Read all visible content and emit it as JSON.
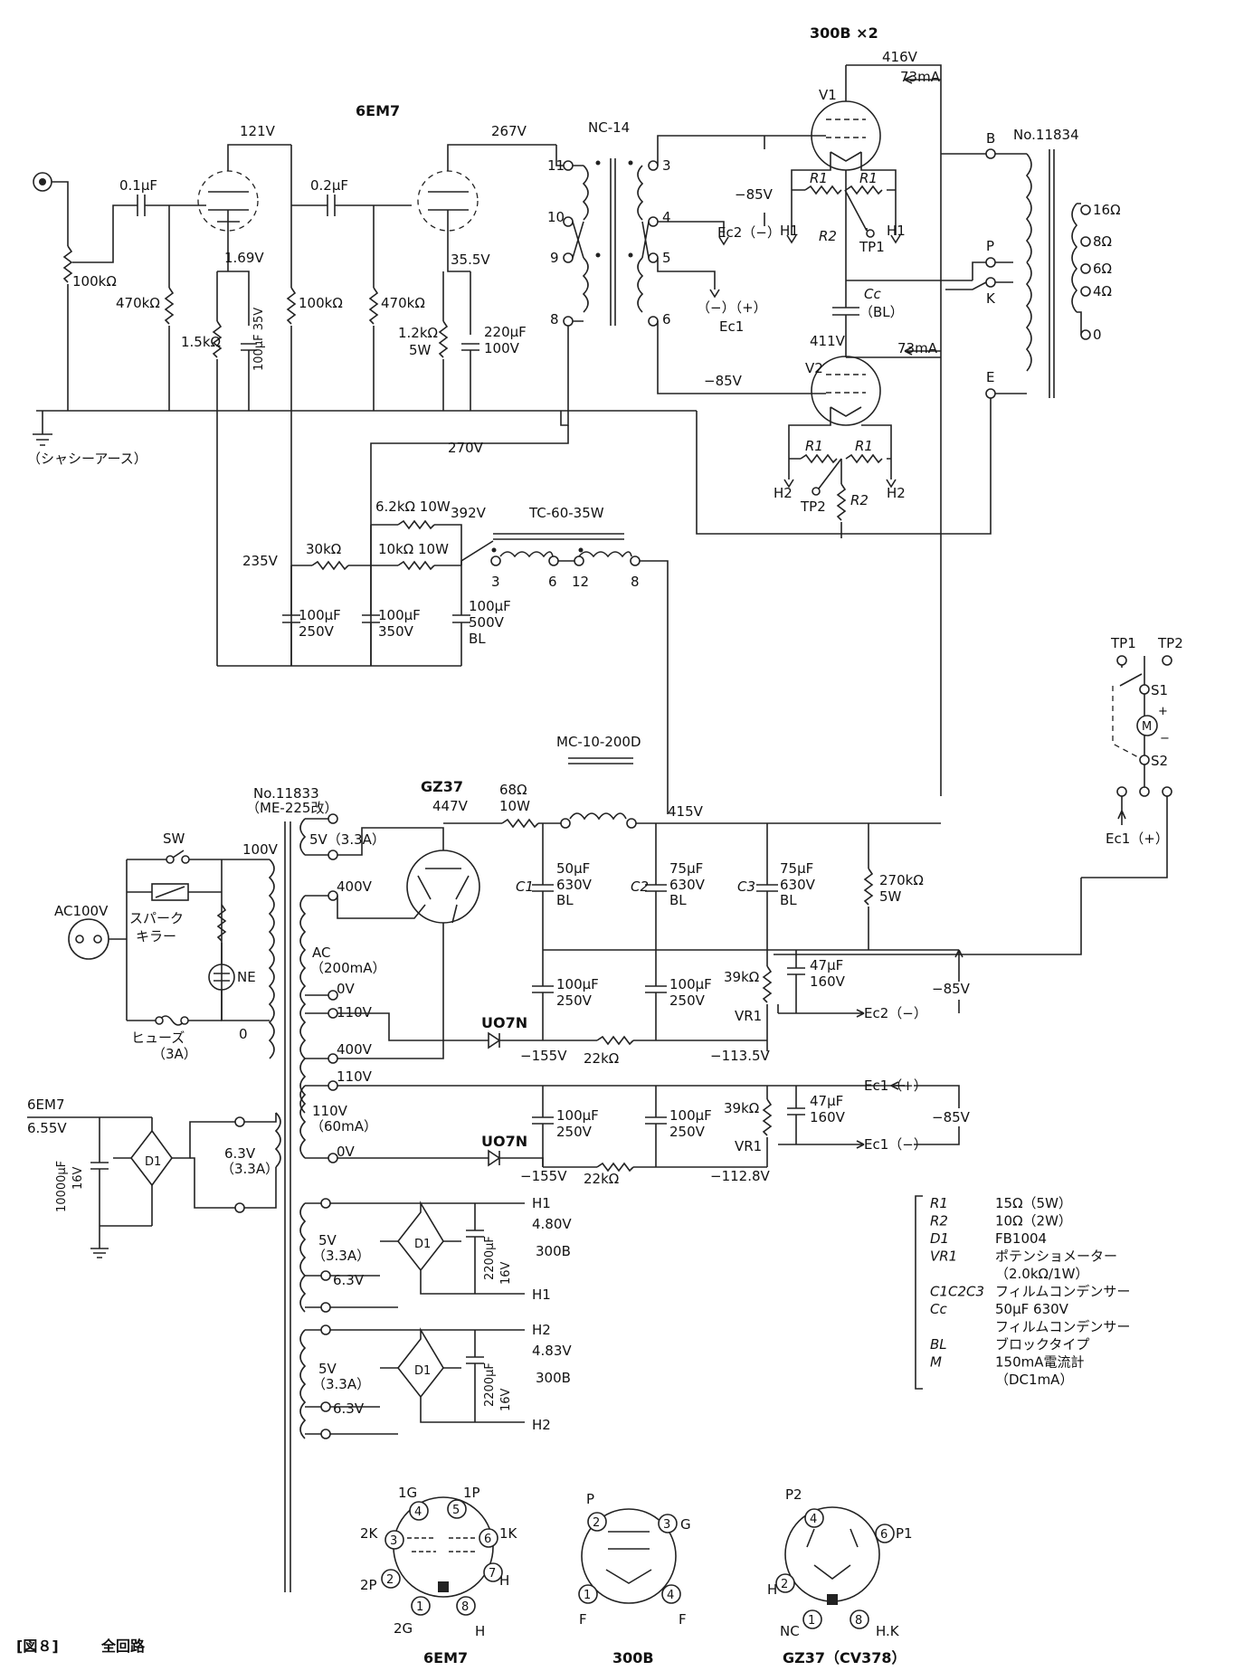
{
  "caption": {
    "fig": "[図８]",
    "title": "全回路"
  },
  "headings": {
    "v300b": "300B ×2",
    "h6em7": "6EM7",
    "gz37": "GZ37"
  },
  "input": {
    "chassis": "（シャシーアース）",
    "vol": "100kΩ",
    "rg": "470kΩ"
  },
  "stage1": {
    "plate": "121V",
    "cathode": "1.69V",
    "coupling": "0.1μF",
    "rk": "1.5kΩ",
    "ck": "100μF 35V",
    "rl": "100kΩ"
  },
  "stage2": {
    "coupling": "0.2μF",
    "rg": "470kΩ",
    "plate": "267V",
    "cathode": "35.5V",
    "rk1": "1.2kΩ",
    "rk2": "5W",
    "ck1": "220μF",
    "ck2": "100V"
  },
  "nc14": {
    "name": "NC-14",
    "p11": "11",
    "p10": "10",
    "p9": "9",
    "p8": "8",
    "p3": "3",
    "p4": "4",
    "p5": "5",
    "p6": "6"
  },
  "output": {
    "plate1": "416V",
    "ma1": "73mA",
    "v1": "V1",
    "bias1": "−85V",
    "ec2": "Ec2（−）",
    "ec1pol": "（−）（+）",
    "ec1": "Ec1",
    "cc": "Cc",
    "ccbl": "（BL）",
    "plate2": "411V",
    "ma2": "73mA",
    "v2": "V2",
    "bias2": "−85V",
    "r1": "R1",
    "r2": "R2",
    "h1": "H1",
    "h2": "H2",
    "tp1": "TP1",
    "tp2": "TP2"
  },
  "opt": {
    "name": "No.11834",
    "B": "B",
    "P": "P",
    "K": "K",
    "E": "E",
    "o16": "16Ω",
    "o8": "8Ω",
    "o6": "6Ω",
    "o4": "4Ω",
    "o0": "0"
  },
  "supply": {
    "v270": "270V",
    "v235": "235V",
    "r30k": "30kΩ",
    "r62k": "6.2kΩ 10W",
    "v392": "392V",
    "r10k": "10kΩ 10W",
    "choke": "TC-60-35W",
    "c3": "3",
    "c6": "6",
    "c12": "12",
    "c8": "8",
    "ca1": "100μF",
    "ca2": "250V",
    "cb1": "100μF",
    "cb2": "350V",
    "cc1": "100μF",
    "cc2": "500V",
    "cc3": "BL"
  },
  "meter": {
    "tp1": "TP1",
    "tp2": "TP2",
    "s1": "S1",
    "s2": "S2",
    "m": "M",
    "ec1": "Ec1（+）",
    "plus": "+",
    "minus": "−"
  },
  "pt": {
    "name": "No.11833",
    "name2": "（ME-225改）",
    "sw": "SW",
    "v100": "100V",
    "ac": "AC100V",
    "spark1": "スパーク",
    "spark2": "キラー",
    "ne": "NE",
    "fuse": "ヒューズ",
    "fuse2": "（3A）",
    "zero": "0",
    "w5v": "5V（3.3A）",
    "w400a": "400V",
    "wac": "AC",
    "wac2": "（200mA）",
    "w0v": "0V",
    "w110": "110V",
    "w400b": "400V",
    "w110b": "110V",
    "w110c": "110V",
    "w60": "（60mA）",
    "w0vb": "0V",
    "w63": "6.3V",
    "w63b": "（3.3A）",
    "h5v1": "5V",
    "h5v1b": "（3.3A）",
    "h63a": "6.3V",
    "h5v2": "5V",
    "h5v2b": "（3.3A）",
    "h63b": "6.3V"
  },
  "hv": {
    "v447": "447V",
    "r68": "68Ω",
    "r68b": "10W",
    "choke": "MC-10-200D",
    "v415": "415V",
    "c1a": "50μF",
    "c1b": "630V",
    "c1c": "BL",
    "c2a": "75μF",
    "c2b": "630V",
    "c2c": "BL",
    "c3a": "75μF",
    "c3b": "630V",
    "c3c": "BL",
    "c1": "C1",
    "c2": "C2",
    "c3": "C3",
    "rb1": "270kΩ",
    "rb2": "5W"
  },
  "bias": {
    "uo7n": "UO7N",
    "cap1a": "100μF",
    "cap1b": "250V",
    "cap2a": "100μF",
    "cap2b": "250V",
    "r39": "39kΩ",
    "c47a": "47μF",
    "c47b": "160V",
    "vr": "VR1",
    "v85": "−85V",
    "ec2": "Ec2（−）",
    "v155": "−155V",
    "r22": "22kΩ",
    "v1135": "−113.5V",
    "uo7nb": "UO7N",
    "cap3a": "100μF",
    "cap3b": "250V",
    "cap4a": "100μF",
    "cap4b": "250V",
    "r39b": "39kΩ",
    "c47c": "47μF",
    "c47d": "160V",
    "vrb": "VR1",
    "v85b": "−85V",
    "ec1p": "Ec1（+）",
    "ec1m": "Ec1（−）",
    "v155b": "−155V",
    "r22b": "22kΩ",
    "v1128": "−112.8V"
  },
  "heater6em7": {
    "label": "6EM7",
    "volt": "6.55V",
    "cap1": "10000μF",
    "cap2": "16V",
    "d": "D1"
  },
  "heater300b": {
    "h1": "H1",
    "v1": "4.80V",
    "t1": "300B",
    "cap1": "2200μF",
    "cap1b": "16V",
    "d": "D1",
    "h2": "H2",
    "v2": "4.83V",
    "t2": "300B",
    "cap2": "2200μF",
    "cap2b": "16V"
  },
  "legend": [
    {
      "k": "R1",
      "v": "15Ω（5W）"
    },
    {
      "k": "R2",
      "v": "10Ω（2W）"
    },
    {
      "k": "D1",
      "v": "FB1004"
    },
    {
      "k": "VR1",
      "v": "ポテンショメーター"
    },
    {
      "k": "",
      "v": "（2.0kΩ/1W）"
    },
    {
      "k": "C1C2C3",
      "v": "フィルムコンデンサー"
    },
    {
      "k": "Cc",
      "v": "50μF  630V"
    },
    {
      "k": "",
      "v": "フィルムコンデンサー"
    },
    {
      "k": "BL",
      "v": "ブロックタイプ"
    },
    {
      "k": "M",
      "v": "150mA電流計"
    },
    {
      "k": "",
      "v": "（DC1mA）"
    }
  ],
  "bases": {
    "t6em7": "6EM7",
    "p1g": "1G",
    "p1p": "1P",
    "p2k": "2K",
    "p1k": "1K",
    "p2p": "2P",
    "pH": "H",
    "p2g": "2G",
    "pH2": "H",
    "t300b": "300B",
    "bP": "P",
    "bG": "G",
    "bF1": "F",
    "bF2": "F",
    "tgz": "GZ37（CV378）",
    "gP2": "P2",
    "gP1": "P1",
    "gH": "H",
    "gNC": "NC",
    "gHK": "H.K",
    "n1": "1",
    "n2": "2",
    "n3": "3",
    "n4": "4",
    "n5": "5",
    "n6": "6",
    "n7": "7",
    "n8": "8"
  }
}
